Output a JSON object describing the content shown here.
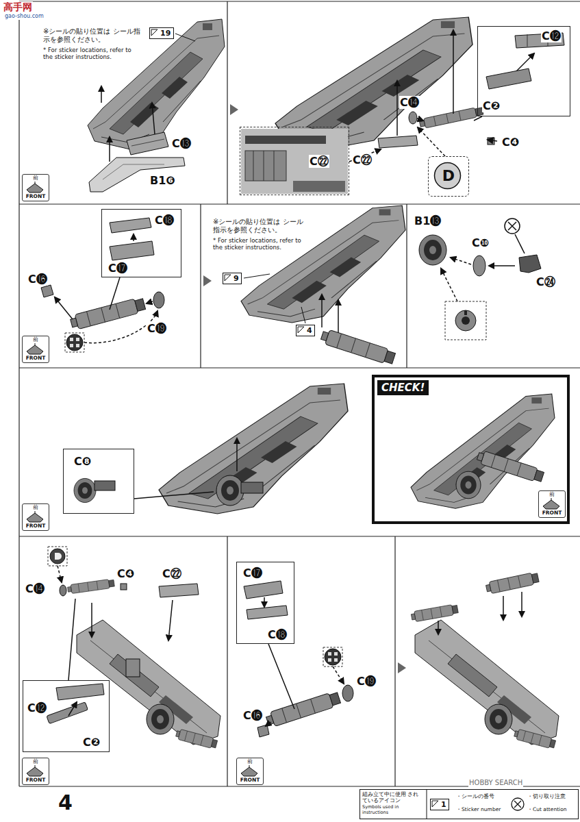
{
  "diagram": {
    "nodes": [
      {
        "text": [
          "19"
        ]
      },
      {
        "text": [
          "前",
          "FRONT"
        ]
      },
      {
        "text": [
          "C⓬",
          "C❷"
        ]
      },
      {
        "text": [
          "C㉒"
        ]
      },
      {
        "text": [
          "D"
        ]
      },
      {
        "text": [
          "C⓲",
          "C⓱"
        ]
      },
      {
        "text": [
          "前",
          "FRONT"
        ]
      },
      {
        "text": [
          "9"
        ]
      },
      {
        "text": [
          "4"
        ]
      },
      {
        "text": [
          "C❽"
        ]
      },
      {
        "text": [
          "前",
          "FRONT"
        ]
      },
      {
        "text": [
          "CHECK!"
        ]
      },
      {
        "text": [
          "前",
          "FRONT"
        ],
        "in": 11
      },
      {
        "text": [
          "C⓬",
          "C❷"
        ]
      },
      {
        "text": [
          "前",
          "FRONT"
        ]
      },
      {
        "text": [
          "C⓱",
          "C⓲"
        ]
      },
      {
        "text": [
          "前",
          "FRONT"
        ]
      },
      {
        "text": [
          "組み立て中に使用 されているアイコン",
          "Symbols used in instructions",
          "・シールの番号",
          "・Sticker number",
          "・切り取り注意",
          "・Cut attention"
        ]
      },
      {
        "text": [
          "1"
        ],
        "in": 17
      }
    ],
    "labels": [
      "高手网",
      "gao-shou.com",
      "※シールの貼り位置は シール指示を参照ください。",
      "* For sticker locations, refer to the sticker instructions.",
      "C⓭",
      "B1❻",
      "C⓮",
      "C❹",
      "C㉒",
      "C⓰",
      "C⓳",
      "※シールの貼り位置は シール指示を参照ください。",
      "* For sticker locations, refer to the sticker instructions.",
      "B1⓭",
      "C❿",
      "C㉔",
      "C⓮",
      "C❹",
      "C㉒",
      "C⓳",
      "C⓰",
      "4",
      "HOBBY SEARCH"
    ]
  }
}
